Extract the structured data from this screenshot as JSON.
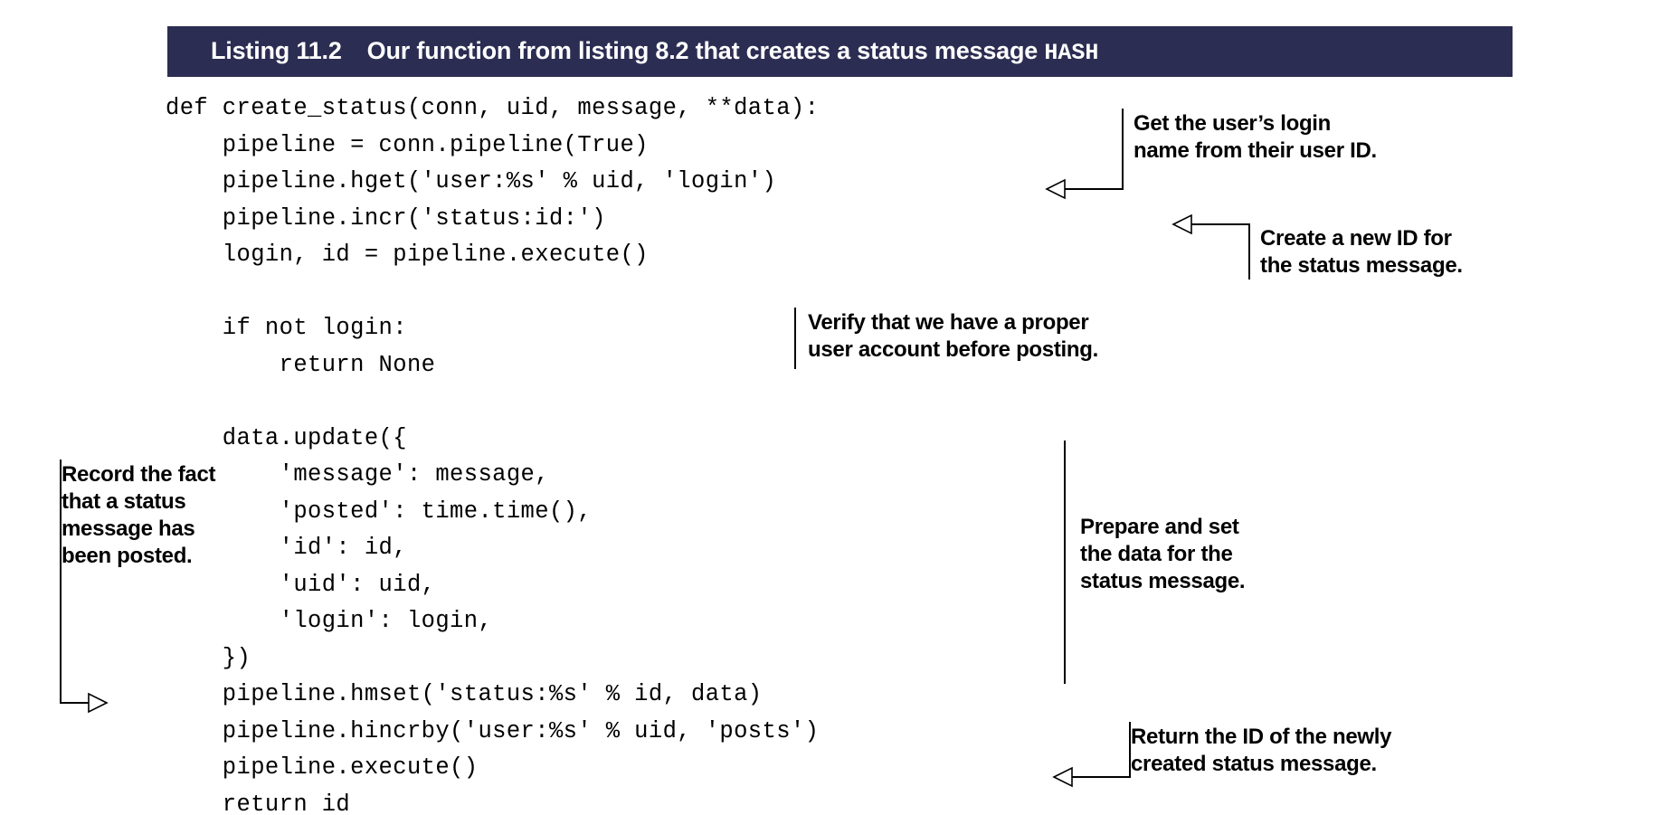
{
  "banner": {
    "listing_label": "Listing 11.2",
    "title_text": "Our function from listing 8.2 that creates a status message ",
    "title_mono": "HASH",
    "background_color": "#2b2d52",
    "text_color": "#ffffff"
  },
  "code": {
    "language": "python",
    "lines": [
      "def create_status(conn, uid, message, **data):",
      "    pipeline = conn.pipeline(True)",
      "    pipeline.hget('user:%s' % uid, 'login')",
      "    pipeline.incr('status:id:')",
      "    login, id = pipeline.execute()",
      "",
      "    if not login:",
      "        return None",
      "",
      "    data.update({",
      "        'message': message,",
      "        'posted': time.time(),",
      "        'id': id,",
      "        'uid': uid,",
      "        'login': login,",
      "    })",
      "    pipeline.hmset('status:%s' % id, data)",
      "    pipeline.hincrby('user:%s' % uid, 'posts')",
      "    pipeline.execute()",
      "    return id"
    ]
  },
  "callouts": [
    {
      "id": "login",
      "text": "Get the user’s login\nname from their user ID.",
      "leader": "elbow-arrow-left",
      "targets_line": "pipeline.hget('user:%s' % uid, 'login')"
    },
    {
      "id": "newid",
      "text": "Create a new ID for\nthe status message.",
      "leader": "elbow-arrow-left",
      "targets_line": "pipeline.incr('status:id:')"
    },
    {
      "id": "verify",
      "text": "Verify that we have a proper\nuser account before posting.",
      "leader": "vertical-bar",
      "targets_line": "if not login:"
    },
    {
      "id": "record",
      "text": "Record the fact\nthat a status\nmessage has\nbeen posted.",
      "leader": "elbow-arrow-right",
      "targets_line": "pipeline.hincrby('user:%s' % uid, 'posts')"
    },
    {
      "id": "prepare",
      "text": "Prepare and set\nthe data for the\nstatus message.",
      "leader": "vertical-bar",
      "targets_line": "data.update({"
    },
    {
      "id": "return",
      "text": "Return the ID of the newly\ncreated status message.",
      "leader": "elbow-arrow-left",
      "targets_line": "return id"
    }
  ]
}
